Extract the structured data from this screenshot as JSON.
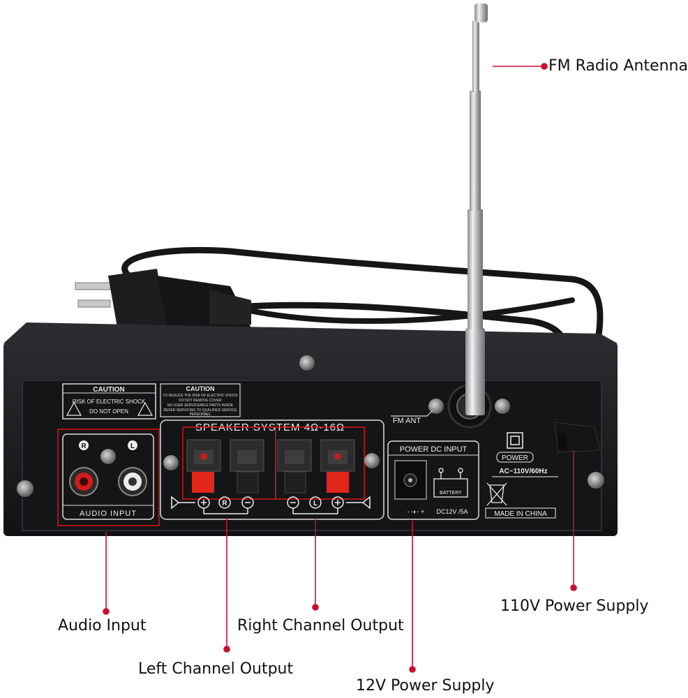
{
  "callouts": {
    "fm_antenna": "FM Radio Antenna",
    "audio_input": "Audio Input",
    "right_channel": "Right Channel Output",
    "left_channel": "Left Channel Output",
    "power_110v": "110V Power Supply",
    "power_12v": "12V Power Supply"
  },
  "panel": {
    "caution_left_title": "CAUTION",
    "caution_left_line1": "RISK OF ELECTRIC SHOCK",
    "caution_left_line2": "DO NOT OPEN",
    "caution_right_title": "CAUTION",
    "caution_right_line1": "TO REDUCE THE RISK OF ELECTRIC SHOCK",
    "caution_right_line2": "DO NOT REMOVE COVER",
    "caution_right_line3": "NO USER SERVICEABLE PARTS INSIDE",
    "caution_right_line4": "REFER SERVICING TO QUALIFIED SERVICE",
    "caution_right_line5": "PERSONNEL",
    "speaker_system": "SPEAKER SYSTEM 4Ω-16Ω",
    "audio_input_label": "AUDIO INPUT",
    "rca_r": "R",
    "rca_l": "L",
    "fm_ant": "FM ANT",
    "power_dc_input": "POWER DC INPUT",
    "battery": "BATTERY",
    "dc_rating": "DC12V /5A",
    "power_label": "POWER",
    "ac_rating": "AC~110V/60Hz",
    "made_in": "MADE IN CHINA",
    "ch_r": "R",
    "ch_l": "L"
  },
  "colors": {
    "callout_line": "#c8102e",
    "panel_body": "#1b1c1e",
    "panel_face": "#141517",
    "chrome": "#c9c9cb",
    "red_terminal": "#e1261c"
  }
}
